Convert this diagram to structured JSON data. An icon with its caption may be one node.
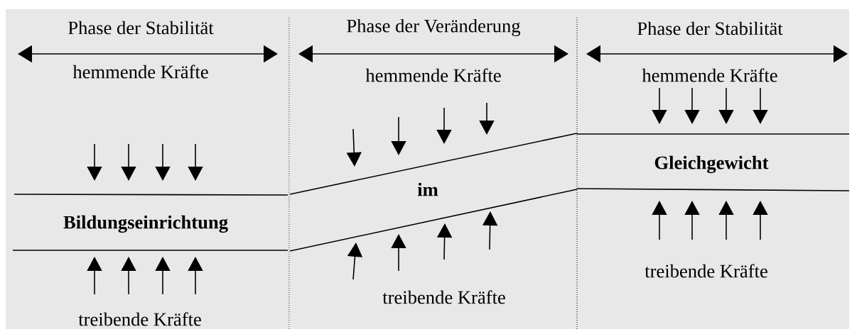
{
  "diagram": {
    "nodes": [
      {
        "text": [
          "Bildungseinrichtung"
        ]
      },
      {
        "text": [
          "im"
        ]
      },
      {
        "text": [
          "Gleichgewicht"
        ]
      }
    ],
    "labels": [
      "Phase der Stabilität",
      "Phase der Veränderung",
      "Phase der Stabilität",
      "hemmende Kräfte",
      "hemmende Kräfte",
      "hemmende Kräfte",
      "treibende Kräfte",
      "treibende Kräfte",
      "treibende Kräfte"
    ]
  }
}
